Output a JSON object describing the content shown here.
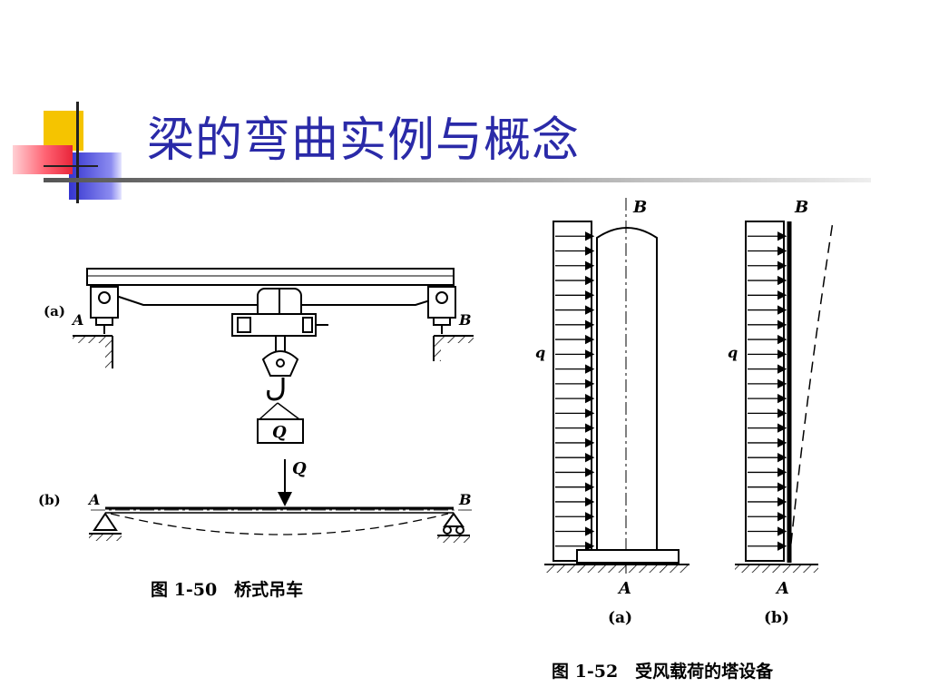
{
  "slide": {
    "title": "梁的弯曲实例与概念",
    "accent_colors": [
      "#f5c400",
      "#3c3cd6",
      "#e8253a"
    ]
  },
  "figure_crane": {
    "panel_a": "(a)",
    "panel_b": "(b)",
    "support_a": "A",
    "support_b": "B",
    "load": "Q",
    "load_force": "Q",
    "beam_a": "A",
    "beam_b": "B",
    "caption": "图 1-50　桥式吊车"
  },
  "figure_tower": {
    "top_a": "B",
    "top_b": "B",
    "load_a": "q",
    "load_b": "q",
    "base_a": "A",
    "base_b": "A",
    "panel_a": "(a)",
    "panel_b": "(b)",
    "caption": "图 1-52　受风载荷的塔设备"
  }
}
